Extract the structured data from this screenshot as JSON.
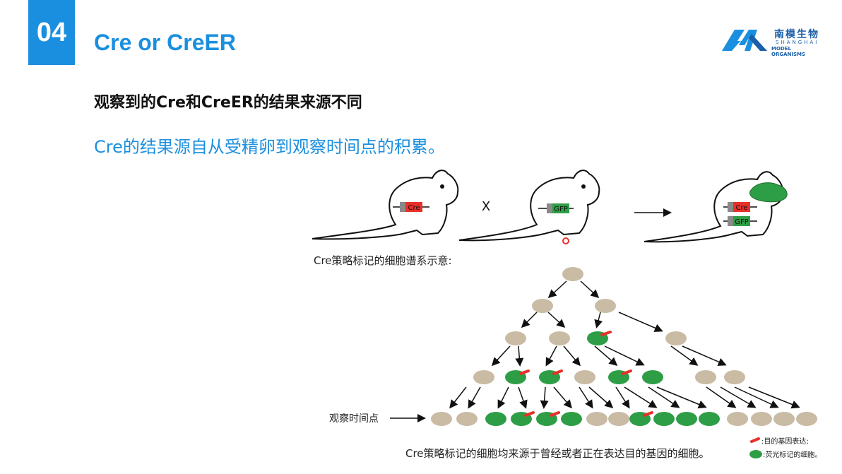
{
  "header": {
    "section_number": "04",
    "section_title": "Cre or CreER",
    "logo_cn": "南模生物",
    "logo_en_line1": "SHANGHAI",
    "logo_en_line2": "MODEL ORGANISMS"
  },
  "content": {
    "heading": "观察到的Cre和CreER的结果来源不同",
    "subheading": "Cre的结果源自从受精卵到观察时间点的积累。"
  },
  "breeding": {
    "cross_symbol": "X",
    "mouse1_gene": "Cre",
    "mouse2_gene": "GFP",
    "offspring_genes": [
      "Cre",
      "GFP"
    ]
  },
  "lineage": {
    "title": "Cre策略标记的细胞谱系示意:",
    "observation_label": "观察时间点",
    "caption": "Cre策略标记的细胞均来源于曾经或者正在表达目的基因的细胞。",
    "legend": [
      {
        "label": ":目的基因表达;",
        "color": "#e8302a"
      },
      {
        "label": ":荧光标记的细胞。",
        "color": "#2e9e46"
      }
    ]
  },
  "colors": {
    "accent": "#1b8fdf",
    "cell_plain": "#c9bba4",
    "cell_green": "#2e9e46",
    "gene_red": "#e8302a",
    "gene_grey": "#8a8a8a"
  }
}
